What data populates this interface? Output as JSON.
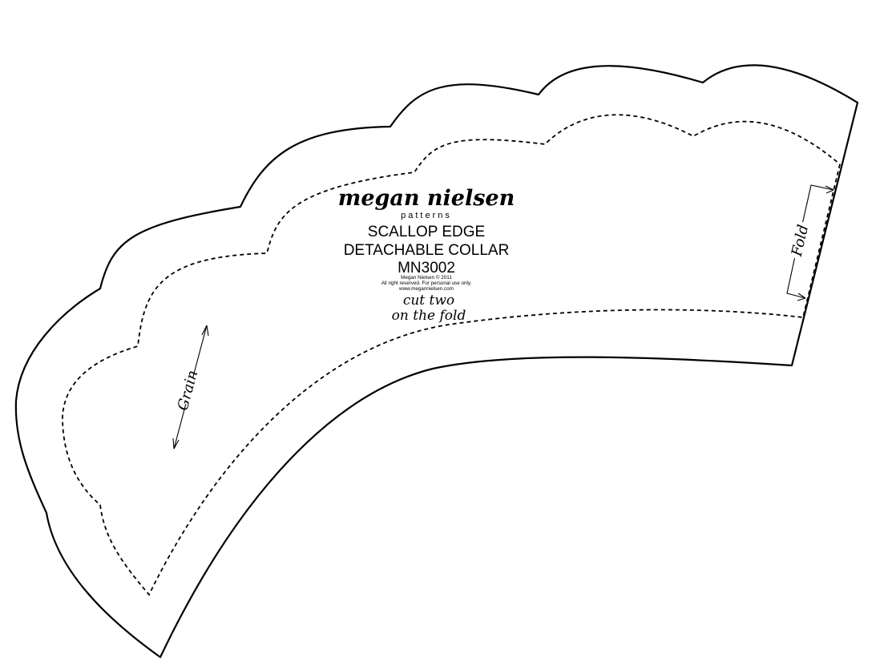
{
  "brand": {
    "name": "megan nielsen",
    "sub": "patterns"
  },
  "pattern": {
    "title_line1": "SCALLOP EDGE",
    "title_line2": "DETACHABLE COLLAR",
    "code": "MN3002"
  },
  "copyright": {
    "line1": "Megan Nielsen © 2011",
    "line2": "All right reserved. For personal use only.",
    "line3": "www.megannielsen.com"
  },
  "instructions": {
    "line1": "cut two",
    "line2": "on the fold"
  },
  "markings": {
    "grain": "Grain",
    "fold": "Fold"
  }
}
